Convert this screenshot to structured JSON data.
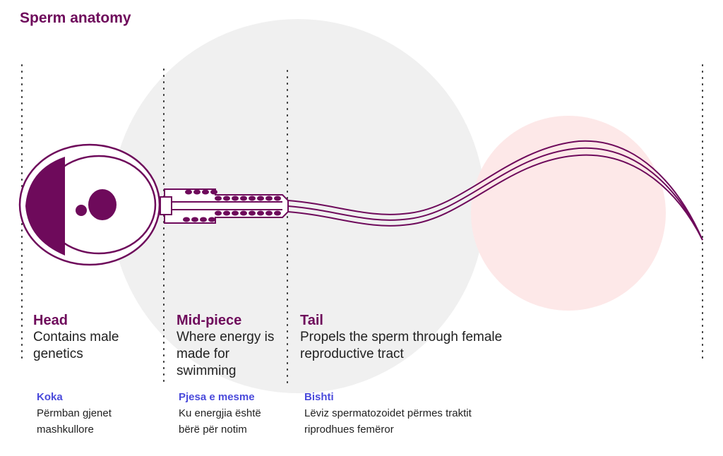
{
  "title": "Sperm anatomy",
  "colors": {
    "accent": "#6e0a5b",
    "albanian_heading": "#4a4adb",
    "gray_circle": "#f0f0f0",
    "pink_circle": "#fde8e8"
  },
  "sections": [
    {
      "heading": "Head",
      "text": "Contains male genetics",
      "sq_heading": "Koka",
      "sq_text": "Përmban gjenet mashkullore"
    },
    {
      "heading": "Mid-piece",
      "text": "Where energy is made for swimming",
      "sq_heading": "Pjesa e mesme",
      "sq_text": "Ku energjia është bërë për notim"
    },
    {
      "heading": "Tail",
      "text": "Propels the sperm through female reproductive tract",
      "sq_heading": "Bishti",
      "sq_text": "Lëviz spermatozoidet përmes traktit riprodhues femëror"
    }
  ]
}
